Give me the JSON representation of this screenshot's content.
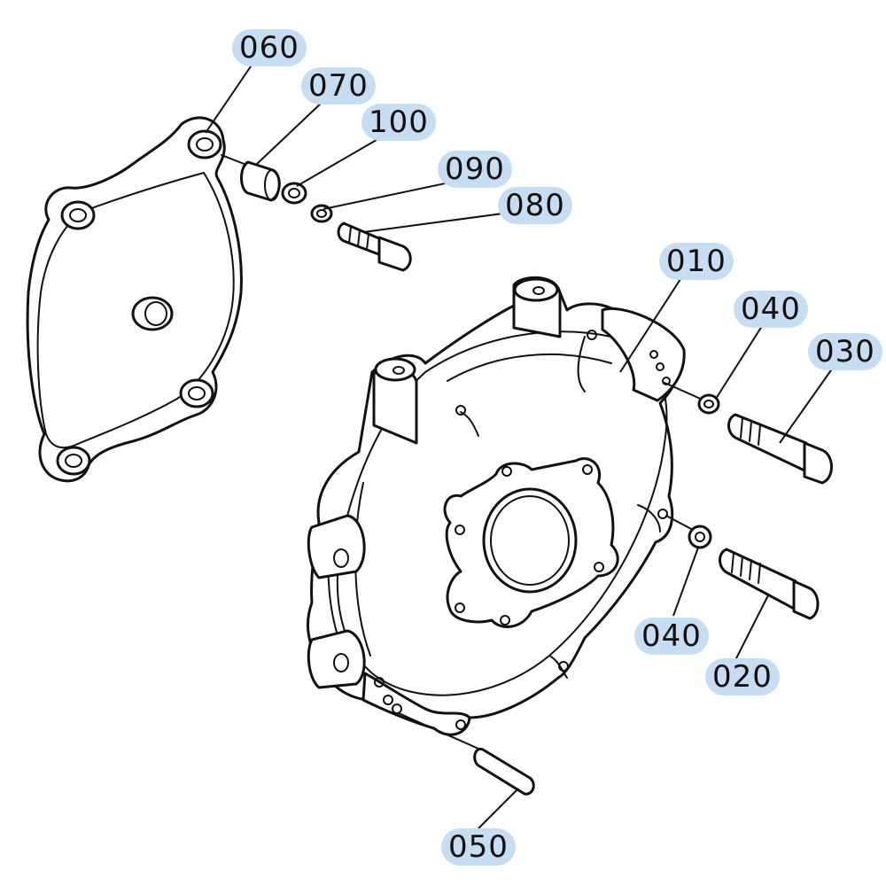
{
  "labels": {
    "p060": "060",
    "p070": "070",
    "p100": "100",
    "p090": "090",
    "p080": "080",
    "p010": "010",
    "p040a": "040",
    "p030": "030",
    "p040b": "040",
    "p020": "020",
    "p050": "050"
  },
  "colors": {
    "label_highlight": "#c6ddf2",
    "line": "#111111",
    "background": "#ffffff"
  }
}
